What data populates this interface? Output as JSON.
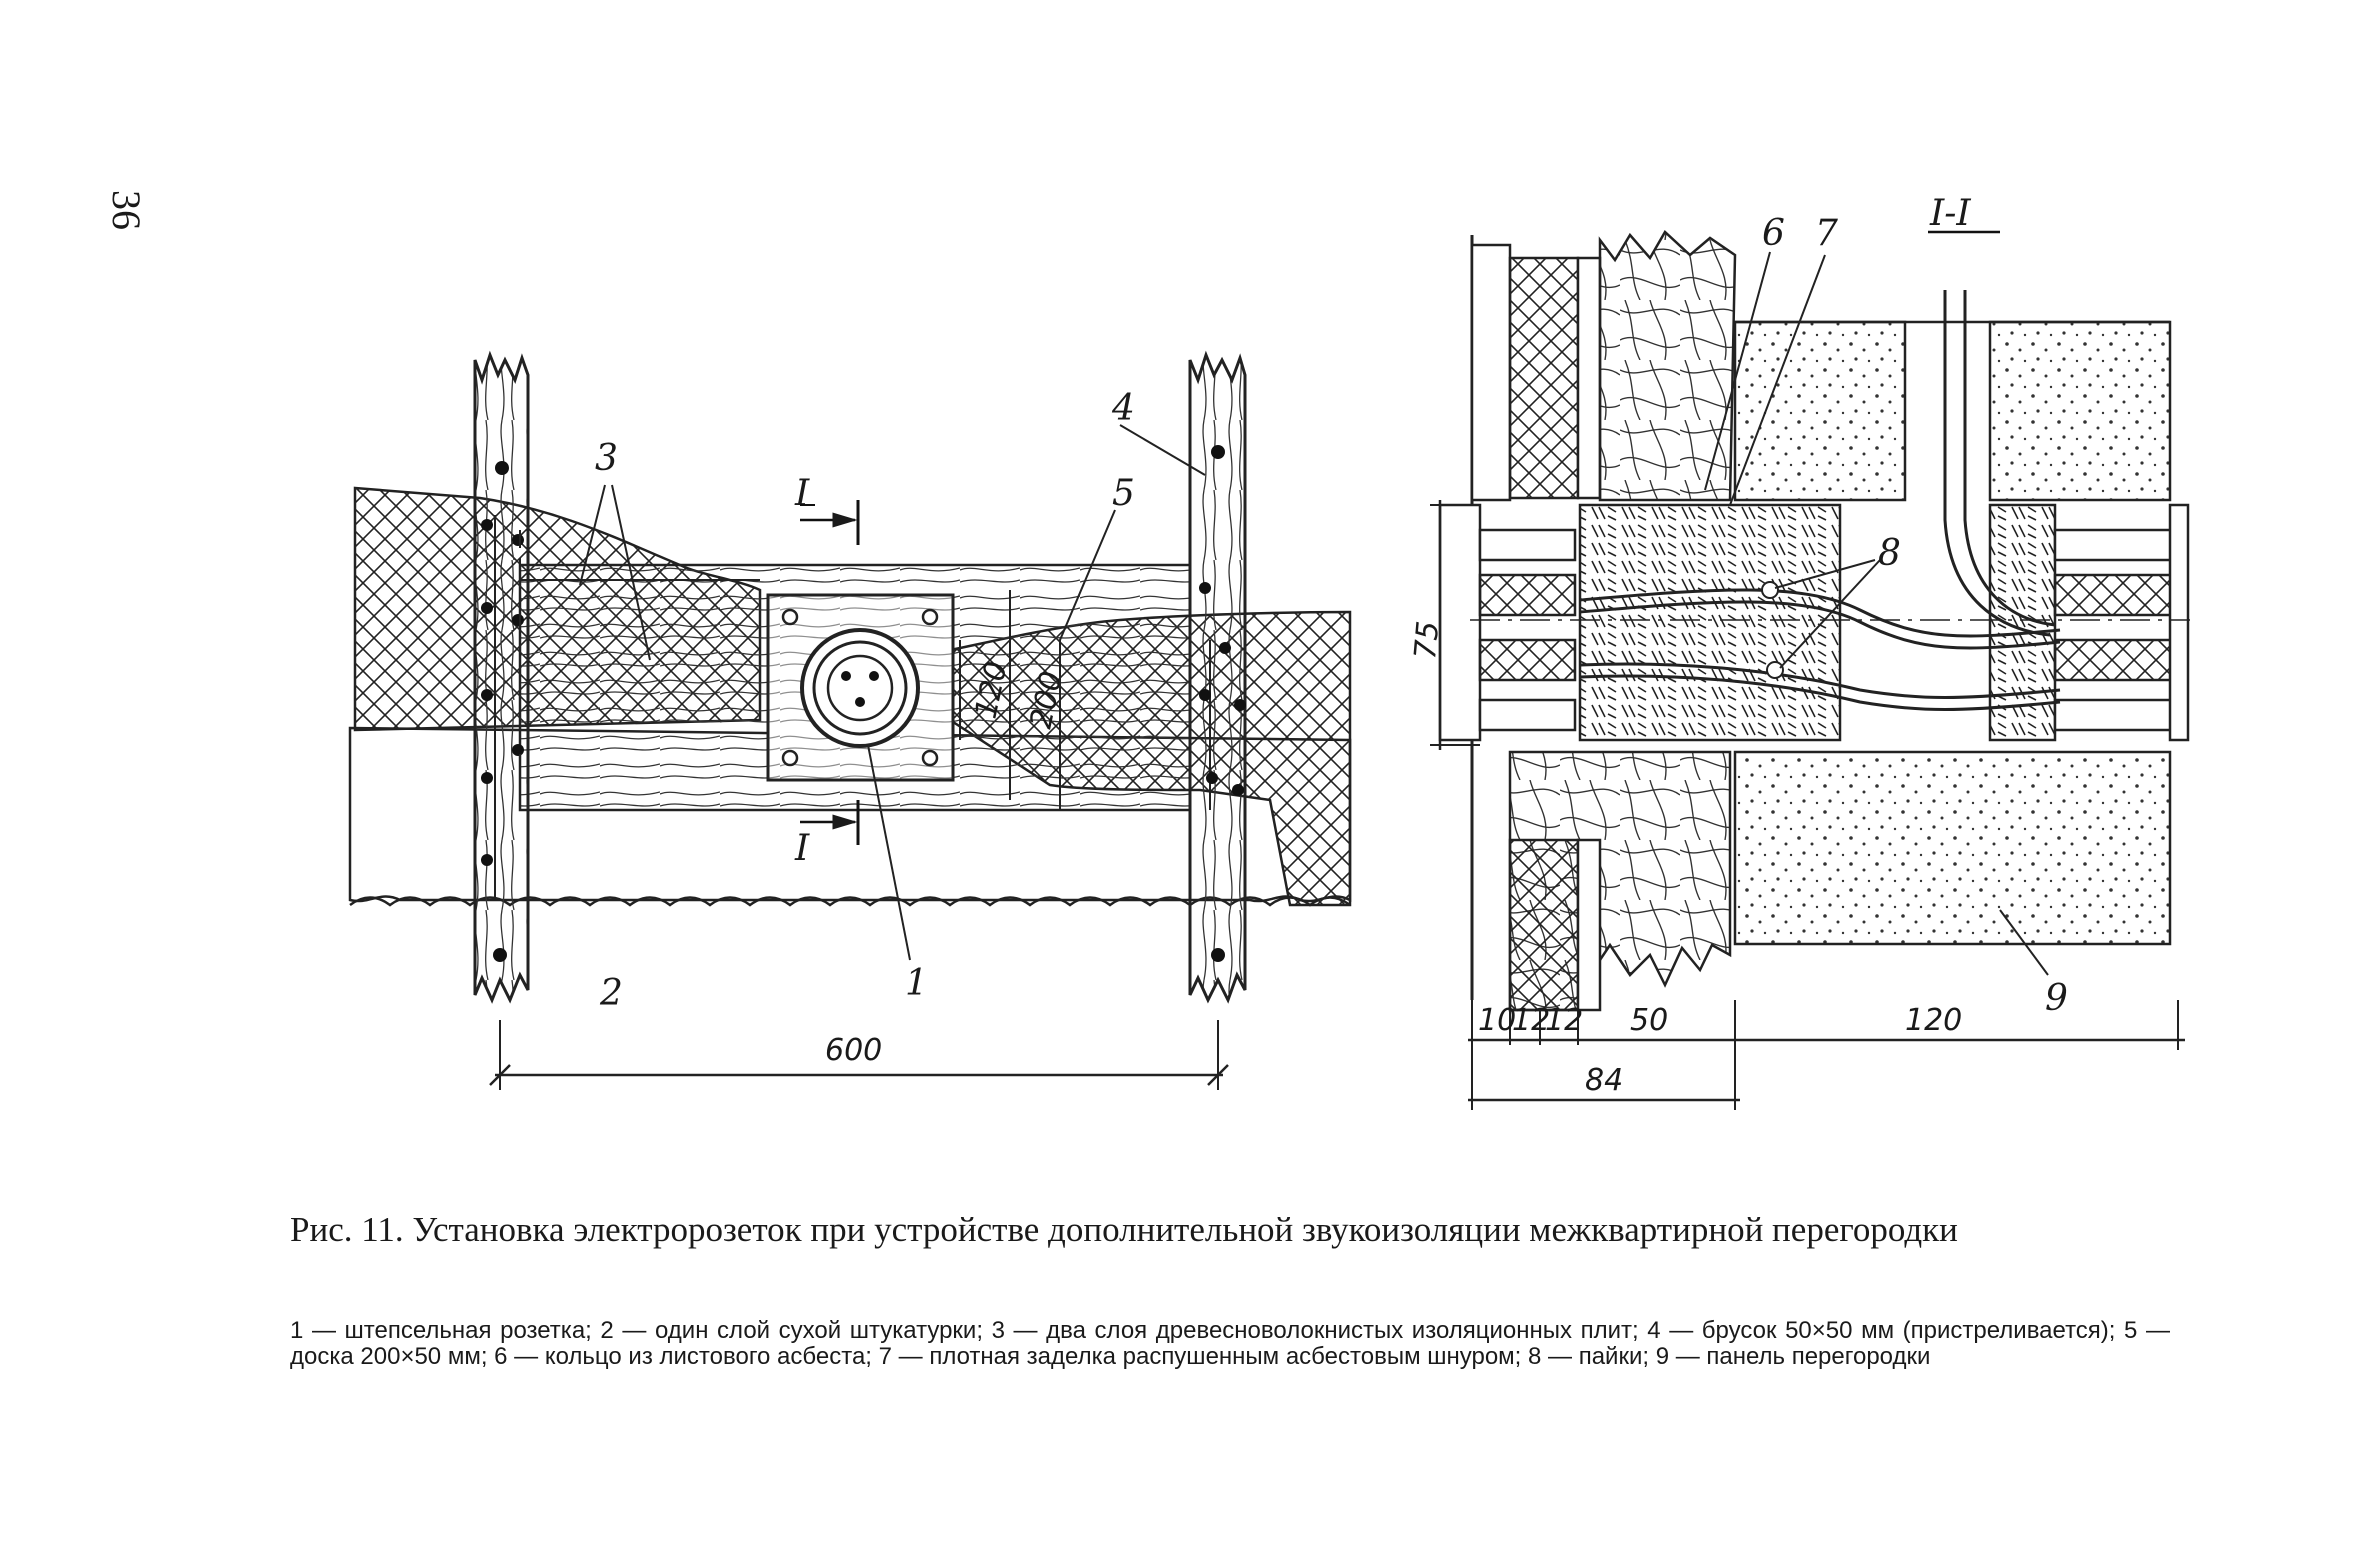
{
  "page": {
    "number": "36"
  },
  "figure": {
    "caption": "Рис. 11. Установка электророзеток при устройстве дополнительной звукоизоляции межквартирной перегородки",
    "legend": "1 — штепсельная розетка; 2 — один слой сухой штукатурки; 3 — два слоя древесноволокнистых изоляционных плит; 4 — брусок 50×50 мм (пристреливается); 5 — доска 200×50 мм; 6 — кольцо из листового асбеста; 7 — плотная заделка распушенным асбестовым шнуром; 8 — пайки; 9 — панель перегородки",
    "section_label": "I-I",
    "section_mark_top": "I",
    "section_mark_bottom": "I"
  },
  "labels": {
    "n1": "1",
    "n2": "2",
    "n3": "3",
    "n4": "4",
    "n5": "5",
    "n6": "6",
    "n7": "7",
    "n8": "8",
    "n9": "9"
  },
  "dimensions": {
    "d600": "600",
    "d120": "120",
    "d200": "200",
    "d75": "75",
    "d10": "10",
    "d12a": "12",
    "d12b": "12",
    "d50": "50",
    "d120b": "120",
    "d84": "84"
  }
}
